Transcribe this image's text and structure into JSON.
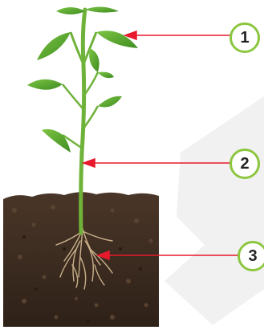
{
  "diagram": {
    "callouts": [
      {
        "number": "1"
      },
      {
        "number": "2"
      },
      {
        "number": "3"
      }
    ],
    "colors": {
      "leader_line": "#e8192c",
      "badge_ring": "#8cc63f",
      "stem": "#6fb23a",
      "leaf": "#5aa630",
      "soil": "#3a2a1f",
      "root": "#c9b08a",
      "watermark": "#f1f1f1"
    }
  }
}
